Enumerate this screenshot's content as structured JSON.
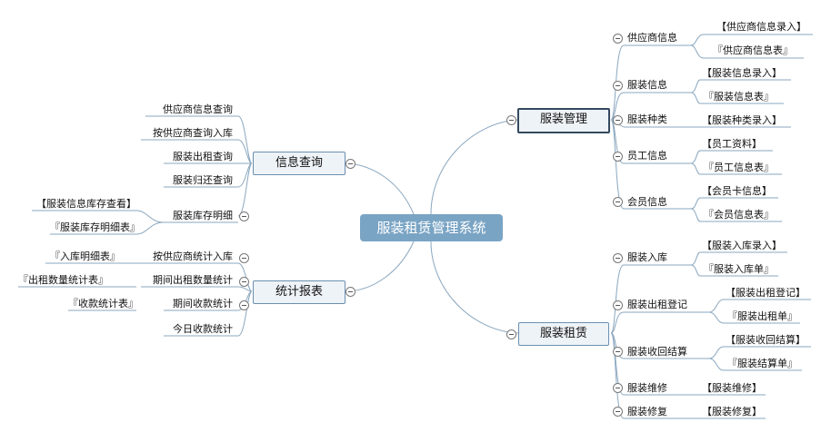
{
  "root": {
    "label": "服装租赁管理系统"
  },
  "branches": {
    "info_query": {
      "label": "信息查询",
      "items": [
        "供应商信息查询",
        "按供应商查询入库",
        "服装出租查询",
        "服装归还查询",
        "服装库存明细"
      ],
      "stock_detail_children": [
        "【服装信息库存查看】",
        "『服装库存明细表』"
      ]
    },
    "report": {
      "label": "统计报表",
      "items": [
        "按供应商统计入库",
        "期间出租数量统计",
        "期间收款统计",
        "今日收款统计"
      ],
      "item_children": [
        "『入库明细表』",
        "『出租数量统计表』",
        "『收款统计表』"
      ]
    },
    "clothing_mgmt": {
      "label": "服装管理",
      "items": [
        {
          "label": "供应商信息",
          "children": [
            "【供应商信息录入】",
            "『供应商信息表』"
          ]
        },
        {
          "label": "服装信息",
          "children": [
            "【服装信息录入】",
            "『服装信息表』"
          ]
        },
        {
          "label": "服装种类",
          "children": [
            "【服装种类录入】"
          ]
        },
        {
          "label": "员工信息",
          "children": [
            "【员工资料】",
            "『员工信息表』"
          ]
        },
        {
          "label": "会员信息",
          "children": [
            "【会员卡信息】",
            "『会员信息表』"
          ]
        }
      ]
    },
    "rental": {
      "label": "服装租赁",
      "items": [
        {
          "label": "服装入库",
          "children": [
            "【服装入库录入】",
            "『服装入库单』"
          ]
        },
        {
          "label": "服装出租登记",
          "children": [
            "【服装出租登记】",
            "『服装出租单』"
          ]
        },
        {
          "label": "服装收回结算",
          "children": [
            "【服装收回结算】",
            "『服装结算单』"
          ]
        },
        {
          "label": "服装维修",
          "children": [
            "【服装维修】"
          ]
        },
        {
          "label": "服装修复",
          "children": [
            "【服装修复】"
          ]
        }
      ]
    }
  },
  "colors": {
    "line": "#8aa7bf",
    "root_fill": "#7aa4c4",
    "branch_fill": "#eef3f8",
    "branch_border": "#6b8fae",
    "selected_border": "#34495e"
  }
}
